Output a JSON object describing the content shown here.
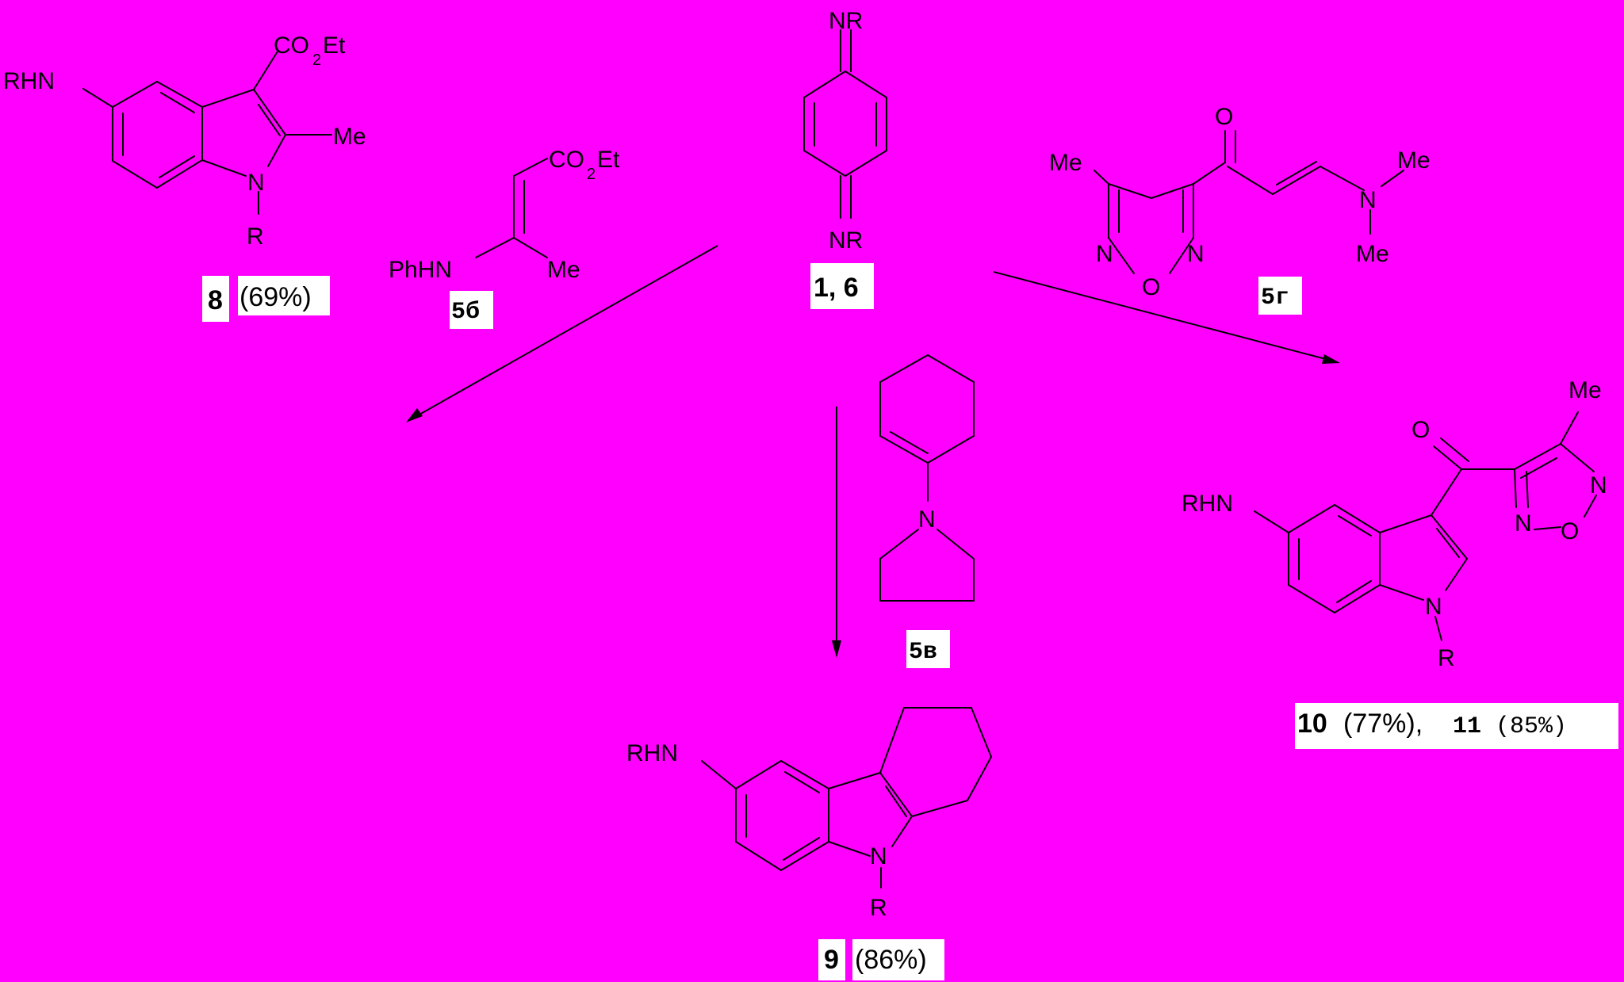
{
  "atoms": {
    "RHN": "RHN",
    "R": "R",
    "N": "N",
    "O": "O",
    "NR": "NR",
    "Me": "Me",
    "PhHN": "PhHN",
    "CO": "CO",
    "two": "2",
    "Et": "Et",
    "N_O": "N",
    "O_ring": "O"
  },
  "labels": {
    "compound_8": "8",
    "yield_8": "(69%)",
    "compound_5b": "5б",
    "compound_1_6": "1, 6",
    "compound_5g": "5г",
    "compound_5v": "5в",
    "compound_9": "9",
    "yield_9": "(86%)",
    "compound_10": "10",
    "yield_10": "(77%),",
    "compound_11": "11",
    "yield_11": "(85%)"
  },
  "colors": {
    "background": "#ff00ff",
    "label_box": "#ffffff",
    "ink": "#000000"
  }
}
